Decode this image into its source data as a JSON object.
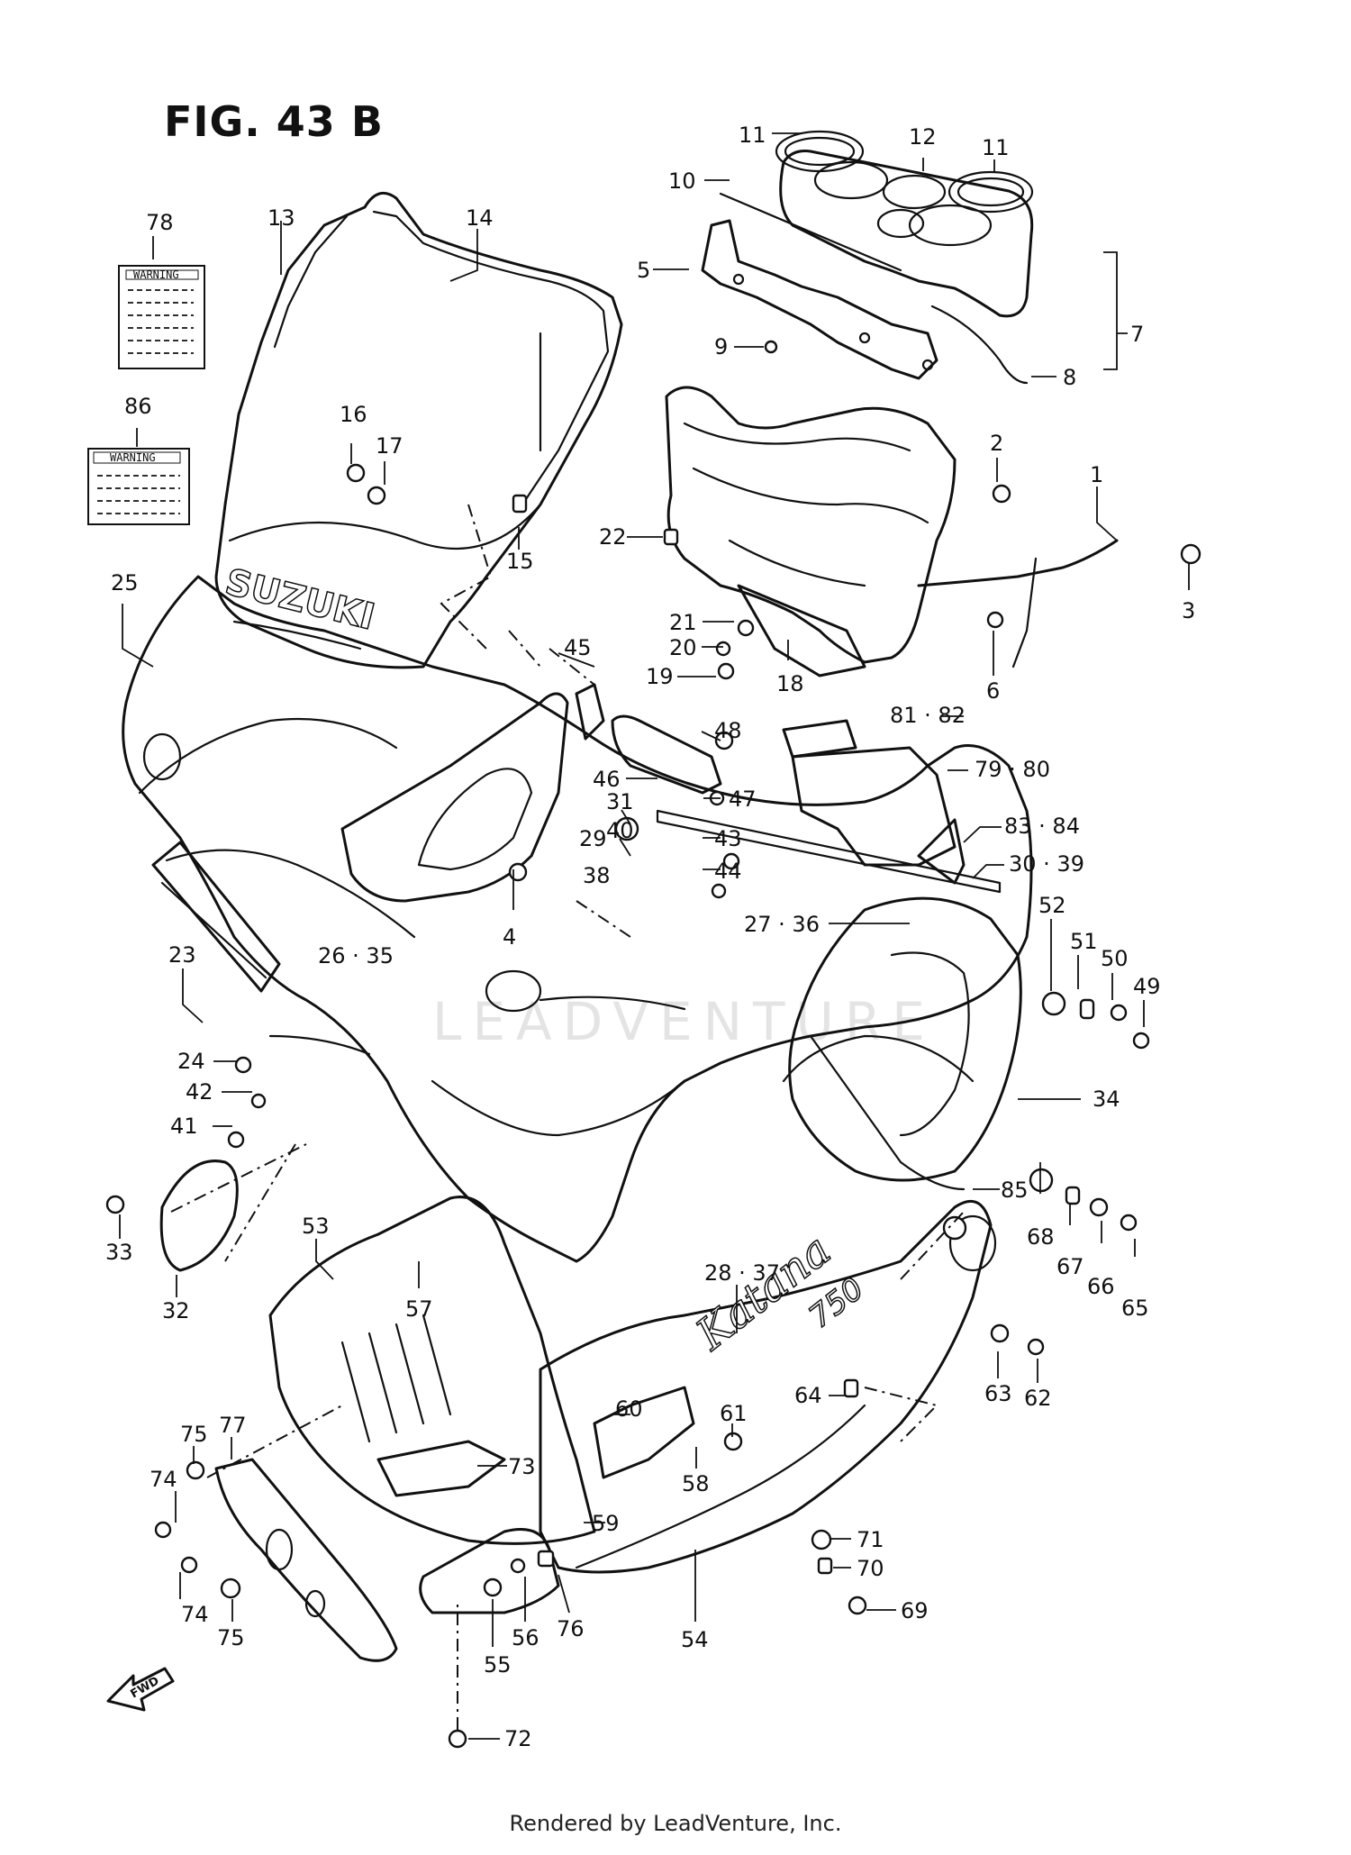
{
  "figure": {
    "title": "FIG. 43 B"
  },
  "labels": {
    "warning_a": "WARNING",
    "warning_b": "WARNING",
    "brand": "SUZUKI",
    "model_script": "Katana",
    "model_number": "750",
    "fwd": "FWD",
    "watermark": "LEADVENTURE"
  },
  "callouts": [
    "11",
    "12",
    "11",
    "10",
    "5",
    "7",
    "9",
    "8",
    "2",
    "1",
    "3",
    "6",
    "22",
    "21",
    "20",
    "19",
    "18",
    "78",
    "13",
    "14",
    "86",
    "16",
    "17",
    "15",
    "25",
    "45",
    "48",
    "46",
    "47",
    "81 · 82",
    "79 · 80",
    "31",
    "40",
    "29",
    "38",
    "43",
    "44",
    "83 · 84",
    "30 · 39",
    "27 · 36",
    "26 · 35",
    "4",
    "52",
    "51",
    "50",
    "49",
    "23",
    "24",
    "42",
    "41",
    "34",
    "33",
    "32",
    "53",
    "57",
    "85",
    "68",
    "67",
    "66",
    "65",
    "28 · 37",
    "63",
    "62",
    "64",
    "60",
    "61",
    "58",
    "73",
    "77",
    "75",
    "74",
    "74",
    "75",
    "59",
    "71",
    "70",
    "69",
    "55",
    "56",
    "76",
    "54",
    "72"
  ],
  "footer": "Rendered by LeadVenture, Inc."
}
